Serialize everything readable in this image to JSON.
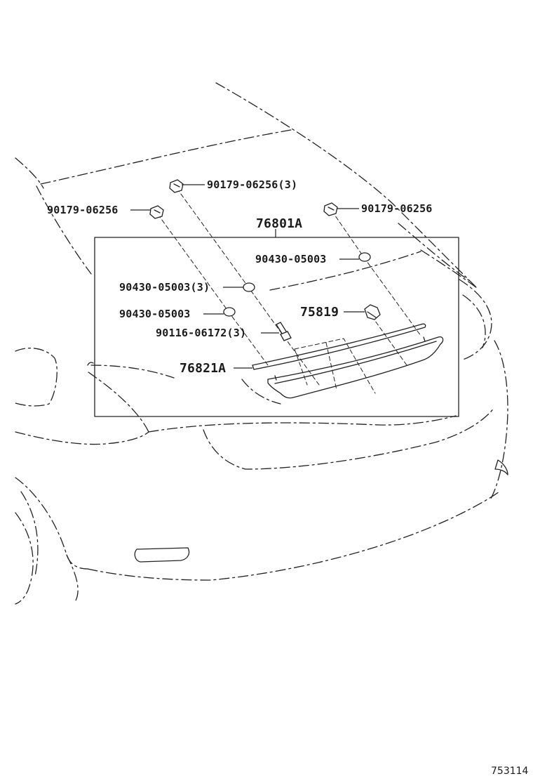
{
  "diagram": {
    "callouts": {
      "clip_top_center": "90179-06256(3)",
      "clip_left": "90179-06256",
      "clip_right": "90179-06256",
      "assembly": "76801A",
      "washer_right": "90430-05003",
      "washer_center": "90430-05003(3)",
      "washer_left": "90430-05003",
      "emblem_clip": "75819",
      "screw": "90116-06172(3)",
      "garnish": "76821A"
    },
    "illustration_id": "753114"
  }
}
